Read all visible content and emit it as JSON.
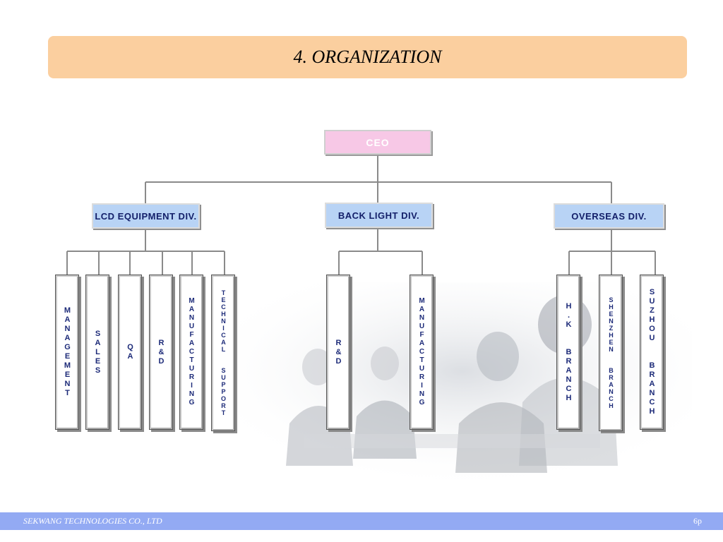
{
  "title": "4.  ORGANIZATION",
  "ceo": "CEO",
  "divisions": [
    {
      "label": "LCD  EQUIPMENT  DIV.",
      "depts": [
        "MANAGEMENT",
        "SALES",
        "QA",
        "R&D",
        "MANUFACTURING",
        "TECHNICAL  SUPPORT"
      ]
    },
    {
      "label": "BACK  LIGHT  DIV.",
      "depts": [
        "R&D",
        "MANUFACTURING"
      ]
    },
    {
      "label": "OVERSEAS  DIV.",
      "depts": [
        "H.K  BRANCH",
        "SHENZHEN  BRANCH",
        "SUZHOU  BRANCH"
      ]
    }
  ],
  "footer": {
    "company": "SEKWANG TECHNOLOGIES CO., LTD",
    "page": "6p"
  },
  "colors": {
    "title_bar": "#fbcf9f",
    "ceo_box": "#f7c8e6",
    "division_box": "#b8d3f5",
    "footer": "#93aaf3",
    "dept_text": "#1c2a78"
  }
}
